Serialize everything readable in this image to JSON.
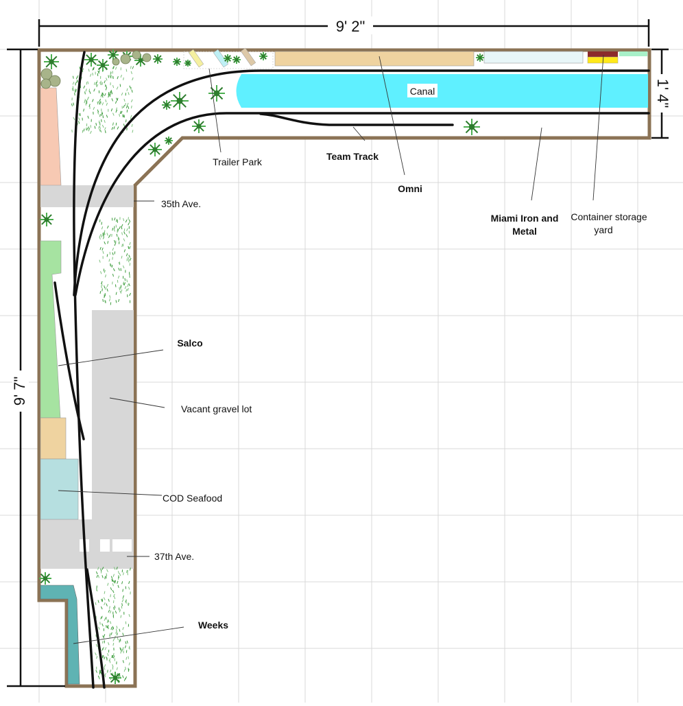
{
  "dimensions": {
    "width_top": "9' 2\"",
    "height_left": "9' 7\"",
    "depth_right": "1' 4\""
  },
  "labels": {
    "canal": "Canal",
    "trailer_park": "Trailer Park",
    "team_track": "Team Track",
    "omni": "Omni",
    "miami_iron_line1": "Miami Iron and",
    "miami_iron_line2": "Metal",
    "container_line1": "Container storage",
    "container_line2": "yard",
    "ave35": "35th Ave.",
    "ave37": "37th Ave.",
    "salco": "Salco",
    "vacant_lot": "Vacant gravel lot",
    "cod_seafood": "COD Seafood",
    "weeks": "Weeks"
  },
  "colors": {
    "benchwork_edge": "#8b7355",
    "canal": "#5ff0ff",
    "road": "#d7d7d7",
    "grid": "#d9d9d9",
    "track": "#111111",
    "salco": "#a6e3a1",
    "cod_seafood": "#b6dfe0",
    "weeks": "#5fb3b3",
    "omni": "#efd3a0",
    "peach_building": "#f7c9b3",
    "tan_building": "#efd3a0",
    "iron_metal": "#e8f6f8",
    "container_red": "#8b2b2b",
    "container_yellow": "#ffe81a",
    "container_green": "#a8f0c8"
  }
}
